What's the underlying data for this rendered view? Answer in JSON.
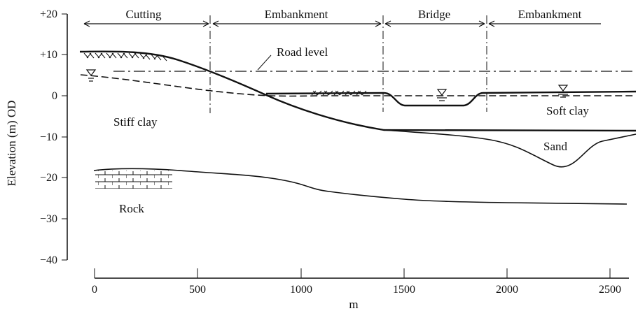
{
  "y_axis": {
    "title": "Elevation (m) OD",
    "ticks": [
      "+20",
      "+10",
      "0",
      "−10",
      "−20",
      "−30",
      "−40"
    ]
  },
  "x_axis": {
    "title": "m",
    "ticks": [
      "0",
      "500",
      "1000",
      "1500",
      "2000",
      "2500"
    ]
  },
  "sections": [
    "Cutting",
    "Embankment",
    "Bridge",
    "Embankment"
  ],
  "labels": {
    "road_level": "Road level",
    "stiff_clay": "Stiff clay",
    "soft_clay": "Soft clay",
    "sand": "Sand",
    "rock": "Rock"
  }
}
